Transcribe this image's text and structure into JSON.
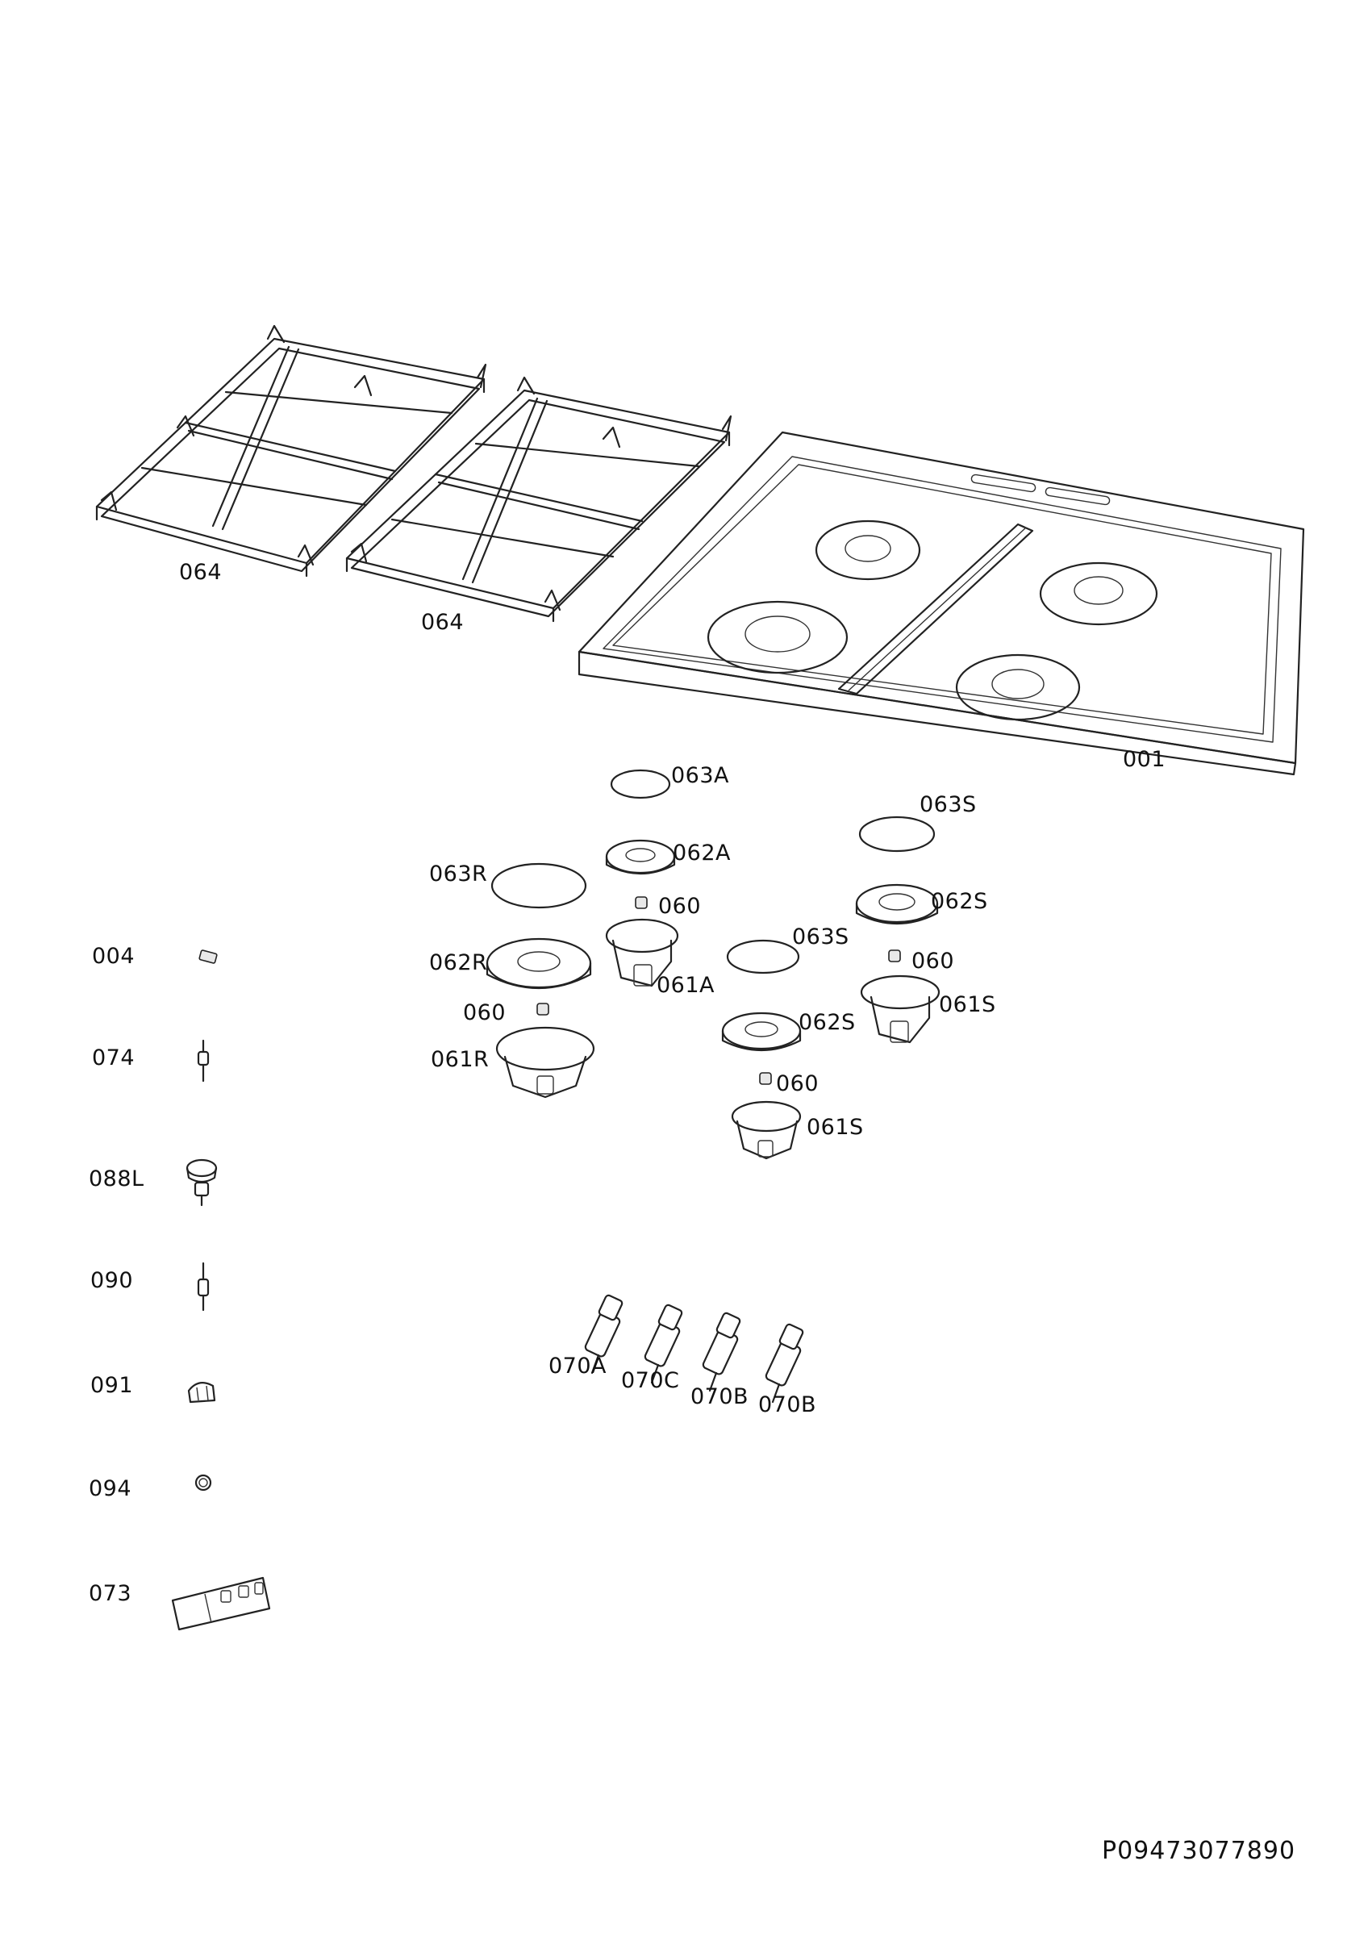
{
  "document_number": "P09473077890",
  "labels": {
    "grate_left": "064",
    "grate_right": "064",
    "hob_top": "001",
    "cap_aux": "063A",
    "cap_semi_top": "063S",
    "burner_aux": "062A",
    "cap_rapid": "063R",
    "injector_aux": "060",
    "burner_semi_top": "062S",
    "cap_semi_mid": "063S",
    "injector_semi_top": "060",
    "burner_rapid": "062R",
    "base_aux": "061A",
    "base_semi_top": "061S",
    "injector_rapid": "060",
    "burner_semi_mid": "062S",
    "base_rapid": "061R",
    "injector_semi_mid": "060",
    "base_semi_mid": "061S",
    "tap_a": "070A",
    "tap_c": "070C",
    "tap_b1": "070B",
    "tap_b2": "070B"
  },
  "side_parts": [
    {
      "code": "004",
      "icon": "clip-icon"
    },
    {
      "code": "074",
      "icon": "thermocouple-icon"
    },
    {
      "code": "088L",
      "icon": "knob-icon"
    },
    {
      "code": "090",
      "icon": "spark-plug-icon"
    },
    {
      "code": "091",
      "icon": "bracket-icon"
    },
    {
      "code": "094",
      "icon": "washer-icon"
    },
    {
      "code": "073",
      "icon": "ignition-generator-icon"
    }
  ]
}
